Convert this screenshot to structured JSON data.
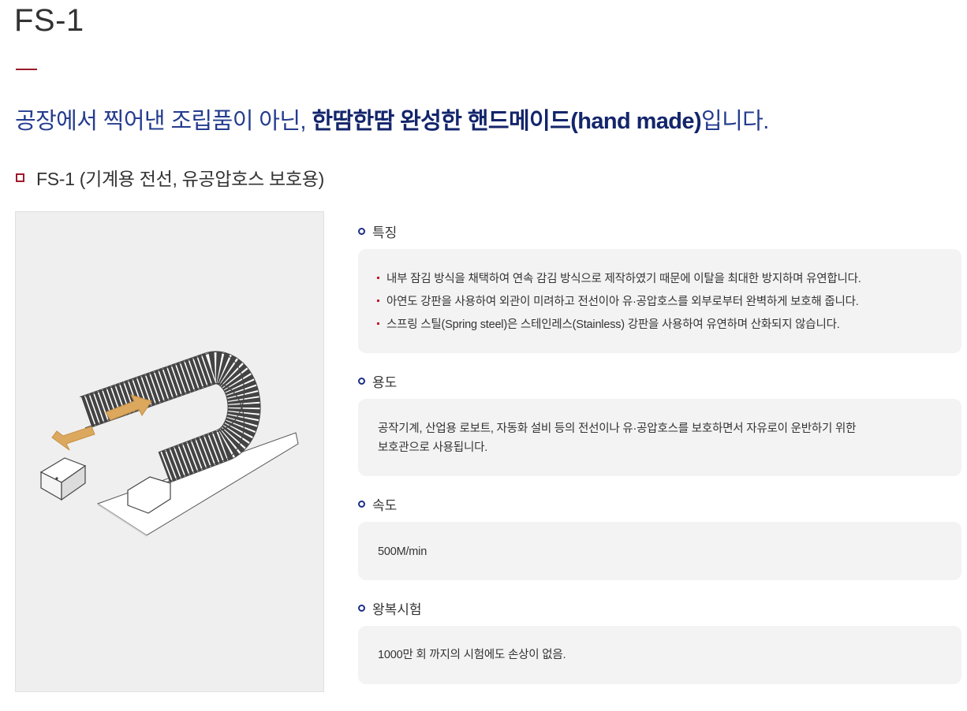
{
  "page": {
    "title": "FS-1",
    "headline_normal": "공장에서 찍어낸 조립품이 아닌, ",
    "headline_bold": "한땀한땀 완성한 핸드메이드(hand made)",
    "headline_tail": "입니다.",
    "section_title": "FS-1 (기계용 전선, 유공압호스 보호용)"
  },
  "specs": {
    "features": {
      "title": "특징",
      "items": [
        "내부 잠김 방식을 채택하여 연속 감김 방식으로 제작하였기 때문에 이탈을 최대한 방지하며 유연합니다.",
        "아연도 강판을 사용하여 외관이 미려하고 전선이아 유·공압호스를 외부로부터 완벽하게 보호해 줍니다.",
        "스프링 스틸(Spring steel)은 스테인레스(Stainless) 강판을 사용하여 유연하며 산화되지 않습니다."
      ]
    },
    "usage": {
      "title": "용도",
      "text": "공작기계, 산업용 로보트, 자동화 설비 등의 전선이나 유·공압호스를 보호하면서 자유로이 운반하기 위한\n보호관으로 사용됩니다."
    },
    "speed": {
      "title": "속도",
      "text": "500M/min"
    },
    "durability": {
      "title": "왕복시험",
      "text": "1000만 회 까지의 시험에도 손상이 없음."
    }
  },
  "colors": {
    "accent_red": "#9b1b2a",
    "accent_navy": "#1b2f84",
    "headline_blue": "#243c8f",
    "panel_bg": "#f3f3f3",
    "arrow_tan": "#dca85e"
  }
}
